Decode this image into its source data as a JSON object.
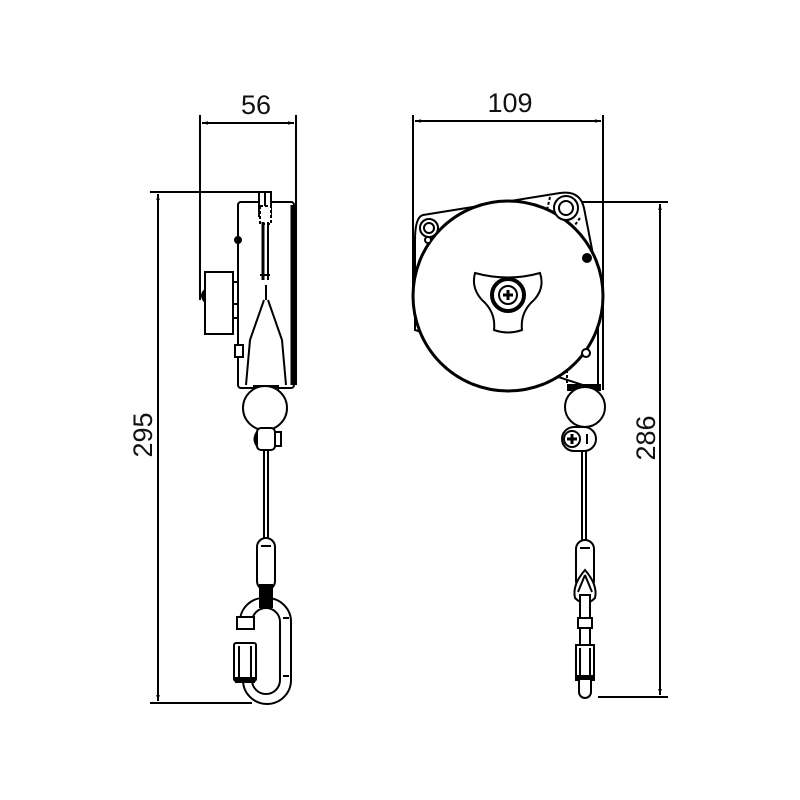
{
  "drawing": {
    "type": "technical-dimension-drawing",
    "subject": "spring balancer / retractable cable reel",
    "units": "mm",
    "line_color": "#000000",
    "background": "#ffffff"
  },
  "views": [
    {
      "name": "side-view",
      "dimensions": {
        "width_label": "56",
        "height_label": "295"
      }
    },
    {
      "name": "front-view",
      "dimensions": {
        "width_label": "109",
        "height_label": "286"
      }
    }
  ],
  "labels": {
    "side_width": "56",
    "side_height": "295",
    "front_width": "109",
    "front_height": "286"
  }
}
